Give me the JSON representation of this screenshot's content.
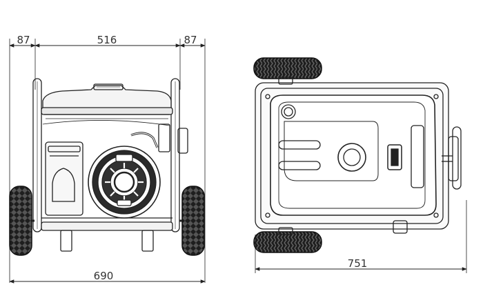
{
  "dimensions": {
    "front_left_overhang": "87",
    "front_center_width": "516",
    "front_right_overhang": "87",
    "front_overall_width": "690",
    "top_overall_length": "751"
  },
  "views": [
    {
      "name": "front-view"
    },
    {
      "name": "top-view"
    }
  ],
  "colors": {
    "line": "#222222",
    "light": "#666666",
    "background": "#ffffff"
  }
}
